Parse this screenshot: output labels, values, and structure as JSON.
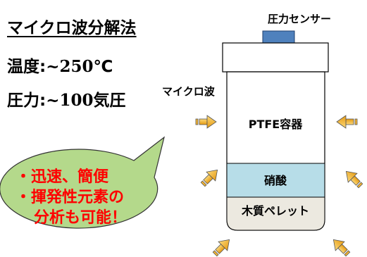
{
  "title": "マイクロ波分解法",
  "temperature": {
    "label": "温度",
    "colon": ":",
    "value": "~250",
    "unit": "℃"
  },
  "pressure": {
    "label": "圧力",
    "colon": ":",
    "value": "~100",
    "unit": "気圧"
  },
  "sensor_label": "圧力センサー",
  "microwave_label": "マイクロ波",
  "vessel": {
    "label": "PTFE容器",
    "acid_label": "硝酸",
    "sample_label": "木質ペレット"
  },
  "callout": {
    "line1": "・迅速、簡便",
    "line2": "・揮発性元素の",
    "line3": "分析も可能！"
  },
  "colors": {
    "arrow_fill": "#f5b531",
    "acid_fill": "#b7dde8",
    "sample_fill": "#ece9e0",
    "sensor_fill": "#4f81bd",
    "bubble_fill": "#b4d98b",
    "callout_text": "#ff0000"
  }
}
